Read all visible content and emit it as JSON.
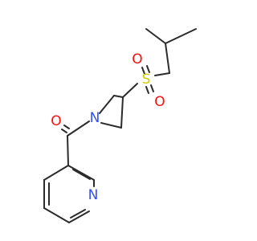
{
  "diagram": {
    "type": "chemical-structure",
    "atoms": {
      "oxygen_carbonyl": "O",
      "nitrogen_azetidine": "N",
      "sulfur": "S",
      "oxygen_sulfonyl_top": "O",
      "oxygen_sulfonyl_bottom": "O",
      "nitrogen_pyridine": "N"
    },
    "colors": {
      "bond": "#2b2b2b",
      "oxygen": "#ff0d0d",
      "nitrogen": "#3050f8",
      "sulfur": "#cccc00"
    }
  }
}
